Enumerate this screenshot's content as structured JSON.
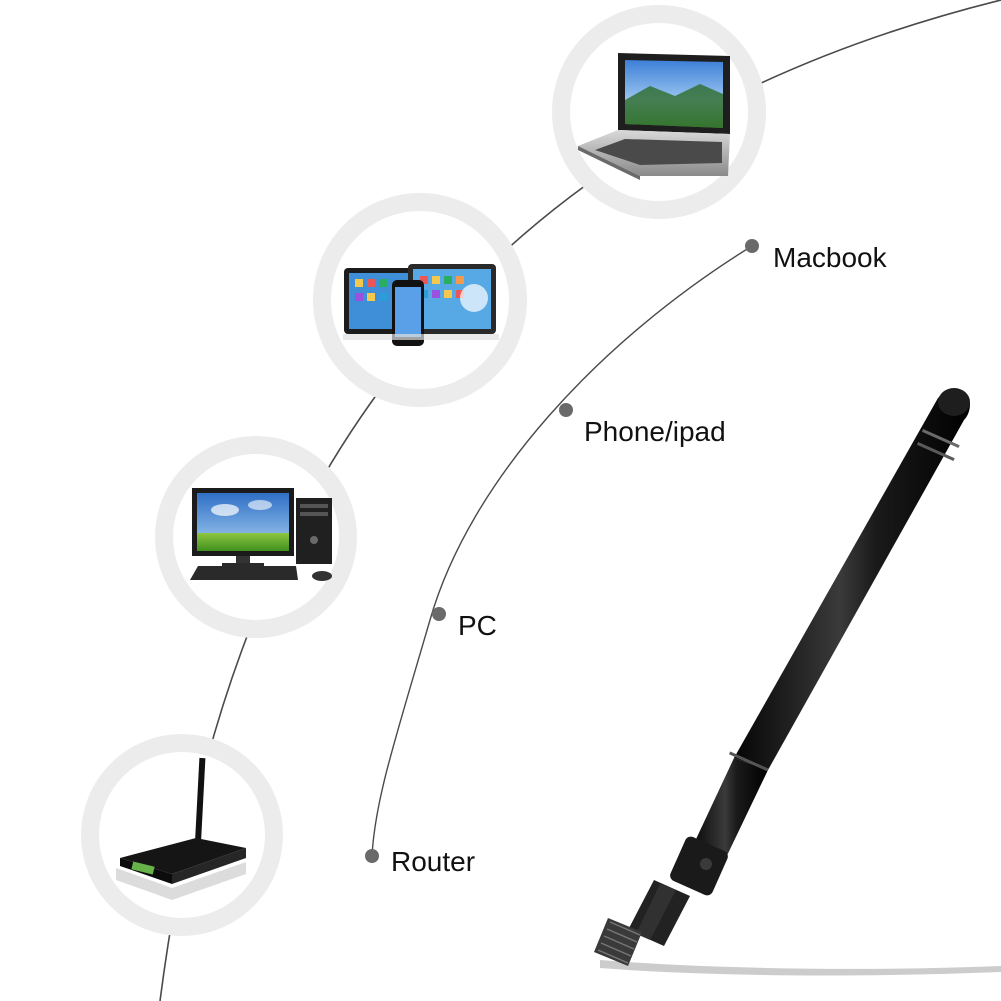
{
  "devices": [
    {
      "label": "Macbook",
      "icon": "laptop-icon"
    },
    {
      "label": "Phone/ipad",
      "icon": "tablet-phone-icon"
    },
    {
      "label": "PC",
      "icon": "desktop-pc-icon"
    },
    {
      "label": "Router",
      "icon": "router-icon"
    }
  ],
  "colors": {
    "background": "#ffffff",
    "arc_line": "#4a4a4a",
    "marker_dot": "#6a6a6a",
    "circle_ring": "#ededed",
    "antenna_body": "#141414"
  }
}
